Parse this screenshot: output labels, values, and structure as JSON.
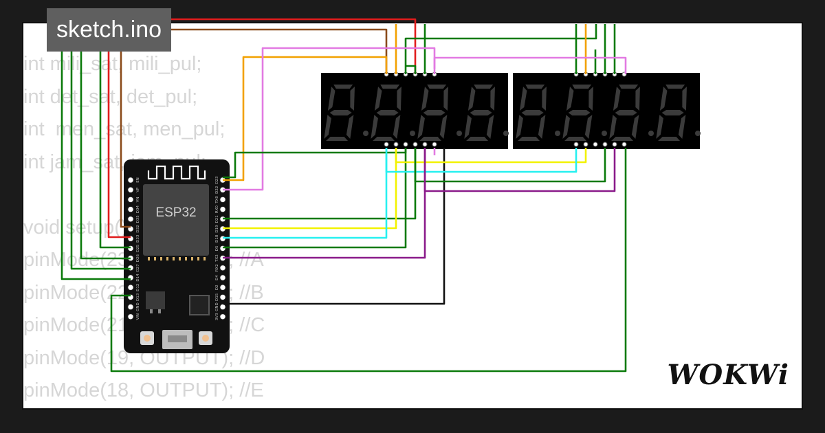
{
  "editor": {
    "tab_title": "sketch.ino",
    "code_lines": [
      "int mili_sat, mili_pul;",
      "int det_sat, det_pul;",
      "int  men_sat, men_pul;",
      "int jam_sat, jam_pul;",
      "",
      "void setup() {",
      "pinMode(23, OUTPUT); //A",
      "pinMode(22, OUTPUT); //B",
      "pinMode(21, OUTPUT); //C",
      "pinMode(19, OUTPUT); //D",
      "pinMode(18, OUTPUT); //E"
    ]
  },
  "board": {
    "name": "ESP32",
    "left_pins": [
      "EN",
      "VP",
      "VN",
      "D34",
      "D35",
      "D32",
      "D33",
      "D25",
      "D26",
      "D27",
      "D14",
      "D12",
      "D13",
      "GND",
      "VIN"
    ],
    "right_pins": [
      "D23",
      "D22",
      "TX0",
      "RX0",
      "D21",
      "D19",
      "D18",
      "D5",
      "TX2",
      "RX2",
      "D4",
      "D2",
      "D15",
      "GND",
      "3V3"
    ]
  },
  "displays": [
    {
      "id": "display-left",
      "digits": 4
    },
    {
      "id": "display-right",
      "digits": 4
    }
  ],
  "wire_colors": {
    "green": "#0a7a0a",
    "red": "#e01c1c",
    "brown": "#8a4a1a",
    "orange": "#f2a100",
    "pink": "#e27ae2",
    "yellow": "#f2f200",
    "cyan": "#26f0f0",
    "purple": "#8a1a8a",
    "black": "#111111"
  },
  "branding": {
    "logo": "WOKWi"
  }
}
